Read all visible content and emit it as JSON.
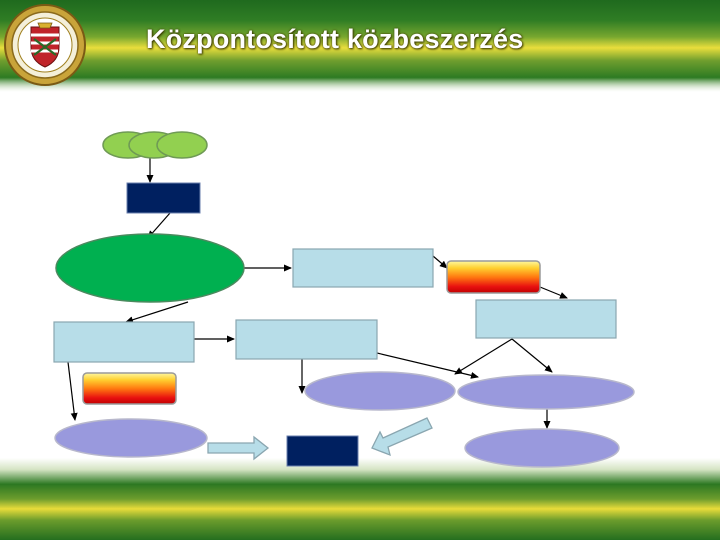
{
  "slide": {
    "title": "Központosított közbeszerzés"
  },
  "colors": {
    "header_green": "#2f7d24",
    "header_yellow": "#e9de3c",
    "oval_light_green": "#92d050",
    "oval_green": "#00b050",
    "dark_navy": "#002060",
    "light_cyan": "#b7dde8",
    "lavender": "#9999dd",
    "gradient_red": "#e81010",
    "gradient_yellow": "#fff060"
  },
  "diagram": {
    "nodes": [
      {
        "id": "small-oval-1",
        "shape": "ellipse",
        "fill": "light_green"
      },
      {
        "id": "small-oval-2",
        "shape": "ellipse",
        "fill": "light_green"
      },
      {
        "id": "small-oval-3",
        "shape": "ellipse",
        "fill": "light_green"
      },
      {
        "id": "navy-box-top",
        "shape": "rect",
        "fill": "navy"
      },
      {
        "id": "big-green-oval",
        "shape": "ellipse",
        "fill": "green"
      },
      {
        "id": "cyan-box-1",
        "shape": "rect",
        "fill": "cyan"
      },
      {
        "id": "gradient-box-right",
        "shape": "rect",
        "fill": "gradient"
      },
      {
        "id": "cyan-box-right",
        "shape": "rect",
        "fill": "cyan"
      },
      {
        "id": "cyan-box-left",
        "shape": "rect",
        "fill": "cyan"
      },
      {
        "id": "cyan-box-middle",
        "shape": "rect",
        "fill": "cyan"
      },
      {
        "id": "gradient-box-left",
        "shape": "rect",
        "fill": "gradient"
      },
      {
        "id": "lavender-oval-middle",
        "shape": "ellipse",
        "fill": "lavender"
      },
      {
        "id": "lavender-oval-right",
        "shape": "ellipse",
        "fill": "lavender"
      },
      {
        "id": "lavender-oval-left",
        "shape": "ellipse",
        "fill": "lavender"
      },
      {
        "id": "navy-box-bottom",
        "shape": "rect",
        "fill": "navy"
      },
      {
        "id": "lavender-oval-bottom-right",
        "shape": "ellipse",
        "fill": "lavender"
      }
    ],
    "edges": [
      {
        "from": "small-oval-2",
        "to": "navy-box-top"
      },
      {
        "from": "navy-box-top",
        "to": "big-green-oval"
      },
      {
        "from": "big-green-oval",
        "to": "cyan-box-1"
      },
      {
        "from": "cyan-box-1",
        "to": "gradient-box-right"
      },
      {
        "from": "gradient-box-right",
        "to": "cyan-box-right"
      },
      {
        "from": "big-green-oval",
        "to": "cyan-box-left"
      },
      {
        "from": "cyan-box-left",
        "to": "cyan-box-middle"
      },
      {
        "from": "cyan-box-left",
        "to": "lavender-oval-left"
      },
      {
        "from": "cyan-box-middle",
        "to": "lavender-oval-middle"
      },
      {
        "from": "cyan-box-middle",
        "to": "lavender-oval-right"
      },
      {
        "from": "cyan-box-right",
        "to": "lavender-oval-middle"
      },
      {
        "from": "cyan-box-right",
        "to": "lavender-oval-right"
      },
      {
        "from": "lavender-oval-right",
        "to": "lavender-oval-bottom-right"
      },
      {
        "from": "lavender-oval-left",
        "to": "navy-box-bottom",
        "style": "block-arrow"
      },
      {
        "from": "lavender-oval-bottom-right",
        "to": "navy-box-bottom",
        "style": "block-arrow"
      }
    ]
  }
}
